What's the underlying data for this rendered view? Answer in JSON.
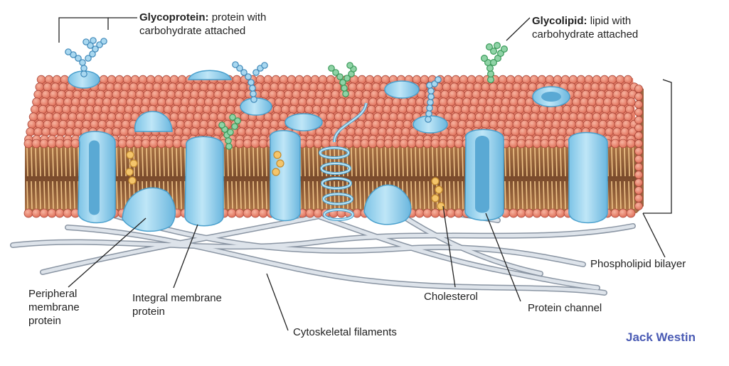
{
  "labels": {
    "glycoprotein_term": "Glycoprotein:",
    "glycoprotein_desc_1": "protein with",
    "glycoprotein_desc_2": "carbohydrate attached",
    "glycolipid_term": "Glycolipid:",
    "glycolipid_desc_1": "lipid with",
    "glycolipid_desc_2": "carbohydrate attached",
    "phospholipid_bilayer": "Phospholipid bilayer",
    "peripheral_1": "Peripheral",
    "peripheral_2": "membrane",
    "peripheral_3": "protein",
    "integral_1": "Integral membrane",
    "integral_2": "protein",
    "cholesterol": "Cholesterol",
    "protein_channel": "Protein channel",
    "cytoskeletal": "Cytoskeletal filaments"
  },
  "brand": "Jack Westin",
  "colors": {
    "head": "#ef8a72",
    "head_stroke": "#a8473a",
    "tail": "#c8955a",
    "tail_dark": "#8a5a35",
    "protein": "#9fd6ef",
    "protein_dark": "#4aa0cd",
    "glyco_blue": "#a9d8f0",
    "glyco_green": "#8fd3a6",
    "cholesterol": "#f4c56b",
    "filament": "#dde3ea",
    "filament_stroke": "#8a95a3",
    "brand": "#4a5bb4",
    "line": "#222222"
  }
}
